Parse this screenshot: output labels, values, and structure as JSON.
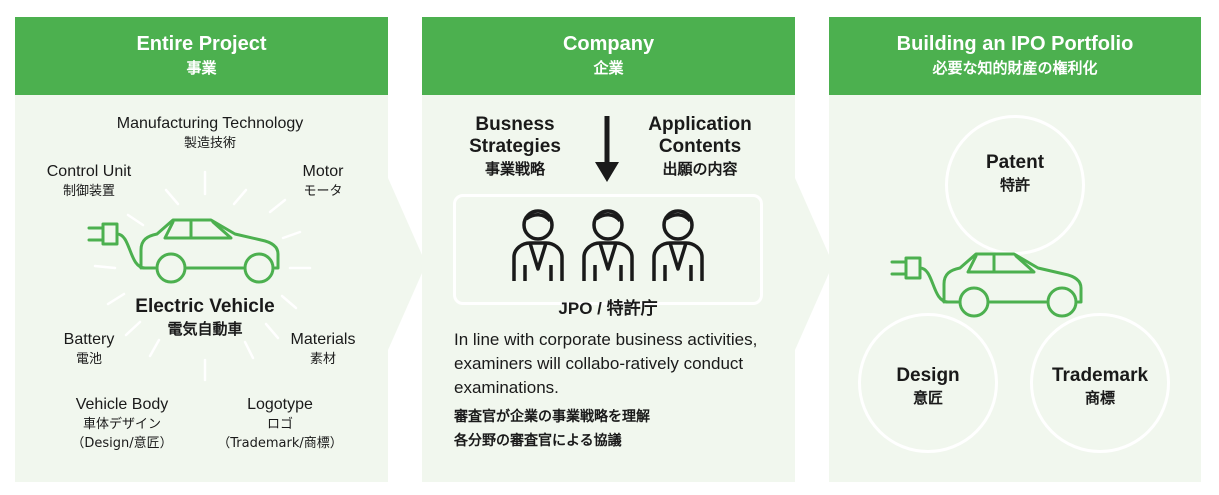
{
  "panels": {
    "entire_project": {
      "title_en": "Entire Project",
      "title_ja": "事業",
      "center": {
        "en": "Electric Vehicle",
        "ja": "電気自動車"
      },
      "labels": {
        "manufacturing": {
          "en": "Manufacturing Technology",
          "ja": "製造技術"
        },
        "control": {
          "en": "Control Unit",
          "ja": "制御装置"
        },
        "motor": {
          "en": "Motor",
          "ja": "モータ"
        },
        "battery": {
          "en": "Battery",
          "ja": "電池"
        },
        "materials": {
          "en": "Materials",
          "ja": "素材"
        },
        "body": {
          "en": "Vehicle Body",
          "ja": "車体デザイン",
          "note": "（Design/意匠）"
        },
        "logo": {
          "en": "Logotype",
          "ja": "ロゴ",
          "note": "（Trademark/商標）"
        }
      }
    },
    "company": {
      "title_en": "Company",
      "title_ja": "企業",
      "strategies": {
        "line1": "Busness",
        "line2": "Strategies",
        "ja": "事業戦略"
      },
      "applications": {
        "line1": "Application",
        "line2": "Contents",
        "ja": "出願の内容"
      },
      "jpo": "JPO / 特許庁",
      "paragraph_en": "In line with corporate business activities, examiners will collabo-ratively conduct examinations.",
      "paragraph_ja_1": "審査官が企業の事業戦略を理解",
      "paragraph_ja_2": "各分野の審査官による協議"
    },
    "ipo_portfolio": {
      "title_en": "Building an IPO Portfolio",
      "title_ja": "必要な知的財産の権利化",
      "patent": {
        "en": "Patent",
        "ja": "特許"
      },
      "design": {
        "en": "Design",
        "ja": "意匠"
      },
      "trademark": {
        "en": "Trademark",
        "ja": "商標"
      }
    }
  },
  "colors": {
    "accent": "#4cb04f",
    "panel_bg": "#f1f7ee",
    "text": "#1a1a1a"
  },
  "icons": [
    "ev-car-icon",
    "plug-icon",
    "down-arrow-icon",
    "examiner-icon"
  ]
}
